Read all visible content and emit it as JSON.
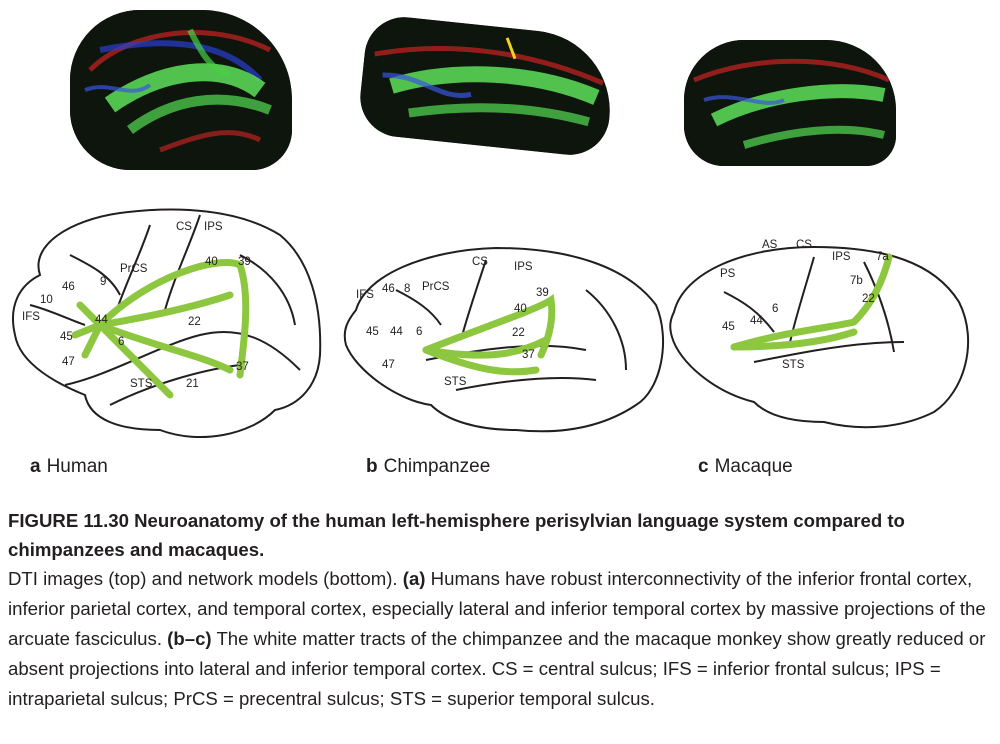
{
  "panels": [
    {
      "letter": "a",
      "name": "Human",
      "labels": [
        "CS",
        "IPS",
        "PrCS",
        "40",
        "39",
        "46",
        "9",
        "10",
        "IFS",
        "44",
        "45",
        "6",
        "47",
        "22",
        "37",
        "STS",
        "21"
      ]
    },
    {
      "letter": "b",
      "name": "Chimpanzee",
      "labels": [
        "CS",
        "IPS",
        "IFS",
        "46",
        "8",
        "PrCS",
        "39",
        "40",
        "45",
        "44",
        "6",
        "22",
        "47",
        "37",
        "STS"
      ]
    },
    {
      "letter": "c",
      "name": "Macaque",
      "labels": [
        "AS",
        "CS",
        "PS",
        "IPS",
        "7a",
        "7b",
        "22",
        "6",
        "45",
        "44",
        "STS"
      ]
    }
  ],
  "colors": {
    "tract": "#8dc63f",
    "outline": "#231f20",
    "dti_fiber": "#5fe05a"
  },
  "caption": {
    "figure_label": "FIGURE 11.30",
    "title": "Neuroanatomy of the human left-hemisphere perisylvian language system compared to chimpanzees and macaques.",
    "intro": "DTI images (top) and network models (bottom).",
    "part_a_label": "(a)",
    "part_a_text": "Humans have robust interconnectivity of the inferior frontal cortex, inferior parietal cortex, and temporal cortex, especially lateral and inferior temporal cortex by massive projections of the arcuate fasciculus.",
    "part_bc_label": "(b–c)",
    "part_bc_text": "The white matter tracts of the chimpanzee and the macaque monkey show greatly reduced or absent projections into lateral and inferior temporal cortex. CS = central sulcus; IFS = inferior frontal sulcus; IPS = intraparietal sulcus; PrCS = precentral sulcus; STS = superior temporal sulcus."
  }
}
